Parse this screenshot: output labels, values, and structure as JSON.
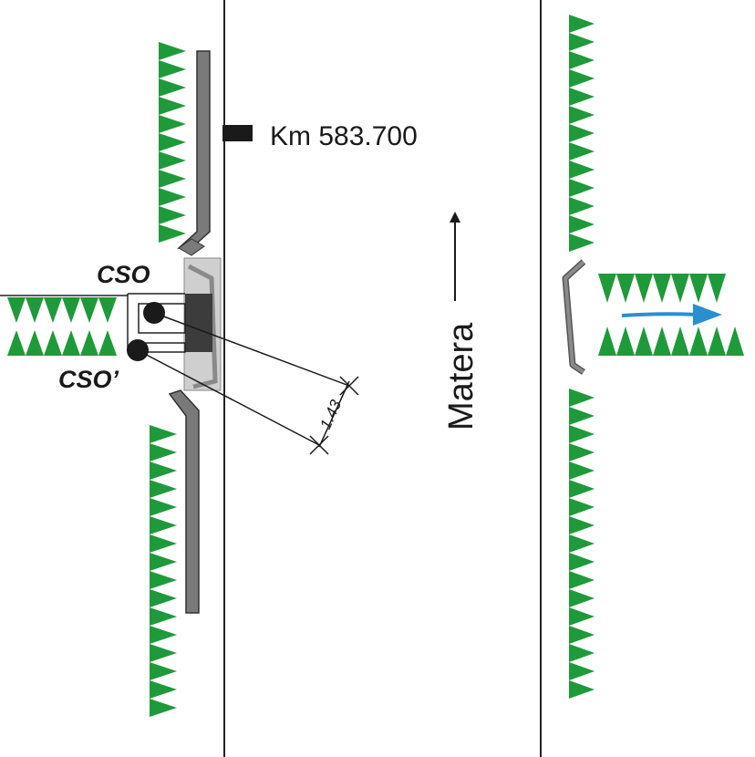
{
  "labels": {
    "km_marker": "Km 583.700",
    "cso": "CSO",
    "cso_prime": "CSO’",
    "road_name": "Matera",
    "dimension": "1.43"
  },
  "colors": {
    "vegetation": "#1f9a3a",
    "barrier": "#7a7a7a",
    "barrier_outline": "#333333",
    "road_edge": "#222222",
    "flow_arrow": "#2a8fd0",
    "station_block": "#cfcfcf",
    "station_equipment": "#3c3c3c"
  },
  "icons": {
    "traffic_direction": "arrow-up-icon",
    "flow_direction": "arrow-right-icon",
    "km_marker": "km-post-icon"
  }
}
